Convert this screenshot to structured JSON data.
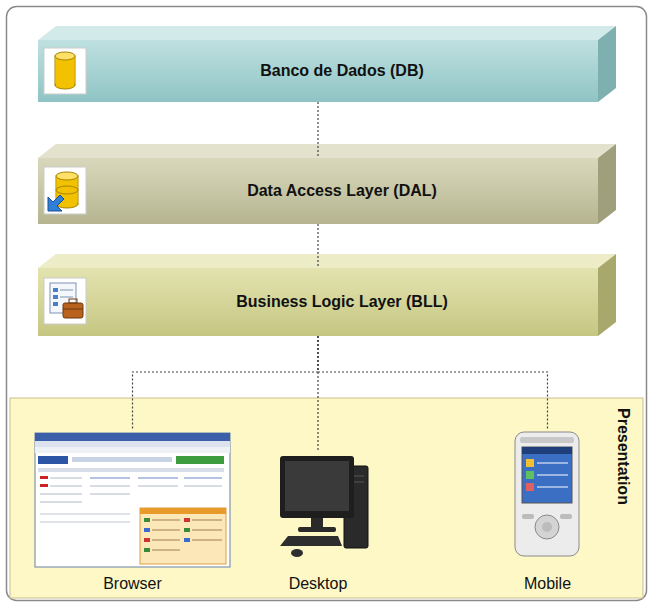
{
  "diagram": {
    "nodes": [
      {
        "text": [
          "Banco de Dados (DB)"
        ]
      },
      {
        "text": [
          "Data Access Layer (DAL)"
        ]
      },
      {
        "text": [
          "Business Logic Layer (BLL)"
        ]
      },
      {
        "text": [
          "Presentation"
        ]
      },
      {
        "text": [
          "Browser"
        ],
        "in": 3
      },
      {
        "text": [
          "Desktop"
        ],
        "in": 3
      },
      {
        "text": [
          "Mobile"
        ],
        "in": 3
      }
    ],
    "edges": [
      {
        "from": 0,
        "to": 1,
        "arrow": "none"
      },
      {
        "from": 1,
        "to": 2,
        "arrow": "none"
      },
      {
        "from": 2,
        "to": 4,
        "arrow": "none"
      },
      {
        "from": 2,
        "to": 5,
        "arrow": "none"
      },
      {
        "from": 2,
        "to": 6,
        "arrow": "none"
      }
    ]
  }
}
